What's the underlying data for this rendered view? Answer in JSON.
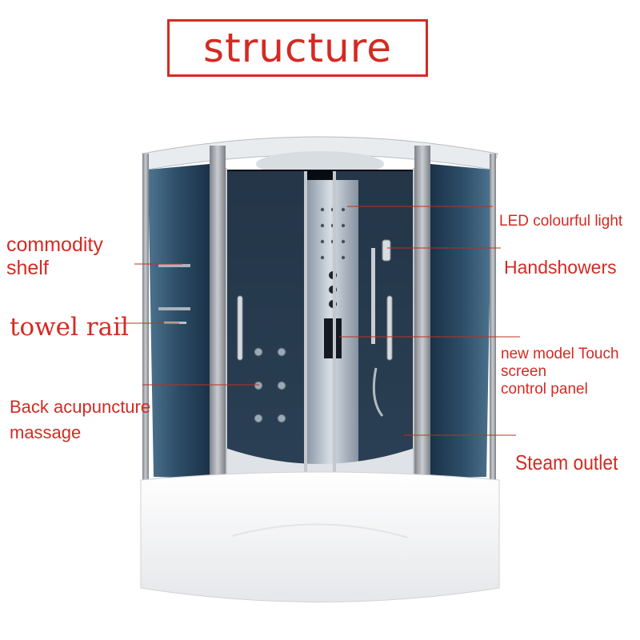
{
  "title": "structure",
  "labels": {
    "commodity_shelf": "commodity\nshelf",
    "towel_rail": "towel rail",
    "back_acupuncture": "Back acupuncture\nmassage",
    "led_light": "LED colourful light",
    "handshowers": "Handshowers",
    "touch_panel": "new model Touch\nscreen\ncontrol panel",
    "steam_outlet": "Steam outlet"
  },
  "colors": {
    "accent": "#d42a23",
    "glass": "#1e3a55",
    "frame": "#a8acb2",
    "tray": "#f4f4f6"
  }
}
